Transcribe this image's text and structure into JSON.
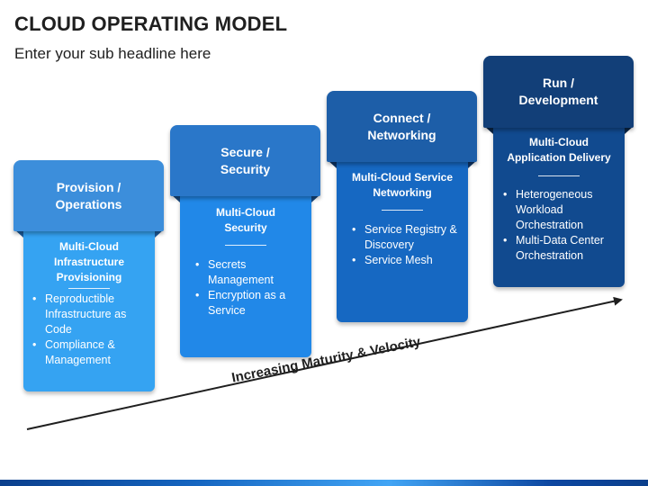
{
  "title": "CLOUD OPERATING MODEL",
  "subtitle": "Enter your sub headline here",
  "steps": [
    {
      "header": "Provision / Operations",
      "sub_title": "Multi-Cloud Infrastructure Provisioning",
      "bullets": [
        "Reproductible Infrastructure as Code",
        "Compliance & Management"
      ],
      "header_color": "#3c8edb",
      "body_color": "#35a3f2"
    },
    {
      "header": "Secure / Security",
      "sub_title": "Multi-Cloud Security",
      "bullets": [
        "Secrets Management",
        "Encryption as a Service"
      ],
      "header_color": "#2a77c9",
      "body_color": "#2188e8"
    },
    {
      "header": "Connect / Networking",
      "sub_title": "Multi-Cloud Service Networking",
      "bullets": [
        "Service Registry & Discovery",
        "Service Mesh"
      ],
      "header_color": "#1d5ea8",
      "body_color": "#1668c2"
    },
    {
      "header": "Run / Development",
      "sub_title": "Multi-Cloud Application Delivery",
      "bullets": [
        "Heterogeneous Workload Orchestration",
        "Multi-Data Center Orchestration"
      ],
      "header_color": "#123f78",
      "body_color": "#114a8f"
    }
  ],
  "arrow_label": "Increasing Maturity & Velocity"
}
